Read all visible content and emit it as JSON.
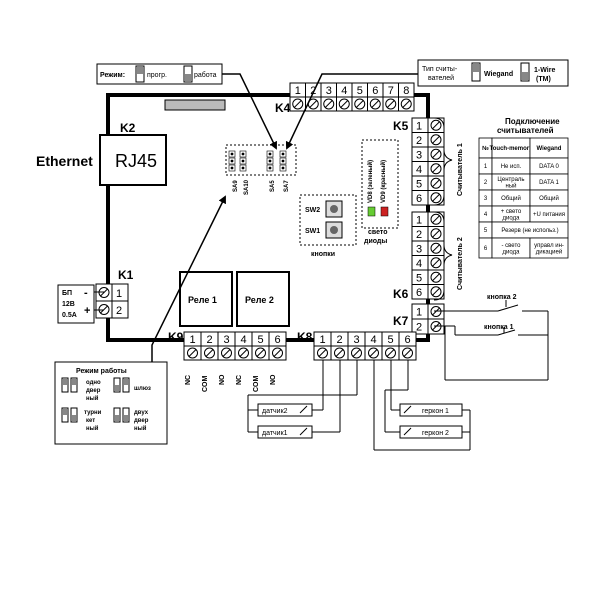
{
  "labels": {
    "ethernet": "Ethernet",
    "rj45": "RJ45",
    "k1": "K1",
    "k2": "K2",
    "k4": "K4",
    "k5": "K5",
    "k6": "K6",
    "k7": "K7",
    "k8": "K8",
    "k9": "K9",
    "mode_prefix": "Режим:",
    "mode_prog": "прогр.",
    "mode_work": "работа",
    "reader_type_l1": "Тип считы-",
    "reader_type_l2": "вателей",
    "wiegand": "Wiegand",
    "onewire_l1": "1-Wire",
    "onewire_l2": "(TM)",
    "reader1": "Считыватель 1",
    "reader2": "Считыватель 2",
    "relay1": "Реле 1",
    "relay2": "Реле 2",
    "sw1": "SW1",
    "sw2": "SW2",
    "buttons": "кнопки",
    "leds_l1": "свето",
    "leds_l2": "диоды",
    "vd8": "VD8 (зеленый)",
    "vd9": "VD9 (красный)",
    "sa9": "SA9",
    "sa10": "SA10",
    "sa5": "SA5",
    "sa7": "SA7",
    "psu_l1": "БП",
    "psu_l2": "12В",
    "psu_l3": "0.5А",
    "minus": "-",
    "plus": "+",
    "button1": "кнопка 1",
    "button2": "кнопка 2",
    "sensor1": "датчик1",
    "sensor2": "датчик2",
    "reed1": "геркон 1",
    "reed2": "геркон 2",
    "mode_title": "Режим работы",
    "mode_one_l1": "одно",
    "mode_one_l2": "двер",
    "mode_one_l3": "ный",
    "mode_gate": "шлюз",
    "mode_turn_l1": "турни",
    "mode_turn_l2": "кет",
    "mode_turn_l3": "ный",
    "mode_two_l1": "двух",
    "mode_two_l2": "двер",
    "mode_two_l3": "ный",
    "nc": "NC",
    "com": "COM",
    "no": "NO",
    "conn_title_l1": "Подключение",
    "conn_title_l2": "считывателей"
  },
  "k4_pins": [
    "1",
    "2",
    "3",
    "4",
    "5",
    "6",
    "7",
    "8"
  ],
  "k5_pins": [
    "1",
    "2",
    "3",
    "4",
    "5",
    "6"
  ],
  "k6_pins": [
    "1",
    "2",
    "3",
    "4",
    "5",
    "6"
  ],
  "k9_pins": [
    "1",
    "2",
    "3",
    "4",
    "5",
    "6"
  ],
  "k8_pins": [
    "1",
    "2",
    "3",
    "4",
    "5",
    "6"
  ],
  "k1_pins": [
    "1",
    "2"
  ],
  "k7_pins": [
    "1",
    "2"
  ],
  "reader_table": {
    "header": [
      "№",
      "Touch-memory",
      "Wiegand"
    ],
    "rows": [
      [
        "1",
        "Не исп.",
        "DATA 0"
      ],
      [
        "2",
        "Централь ный",
        "DATA 1"
      ],
      [
        "3",
        "Общий",
        "Общий"
      ],
      [
        "4",
        "+ свето диода",
        "+U питания"
      ],
      [
        "5",
        "Резерв (не использ.)",
        ""
      ],
      [
        "6",
        "- свето диода",
        "управл ин- дикацией"
      ]
    ]
  }
}
